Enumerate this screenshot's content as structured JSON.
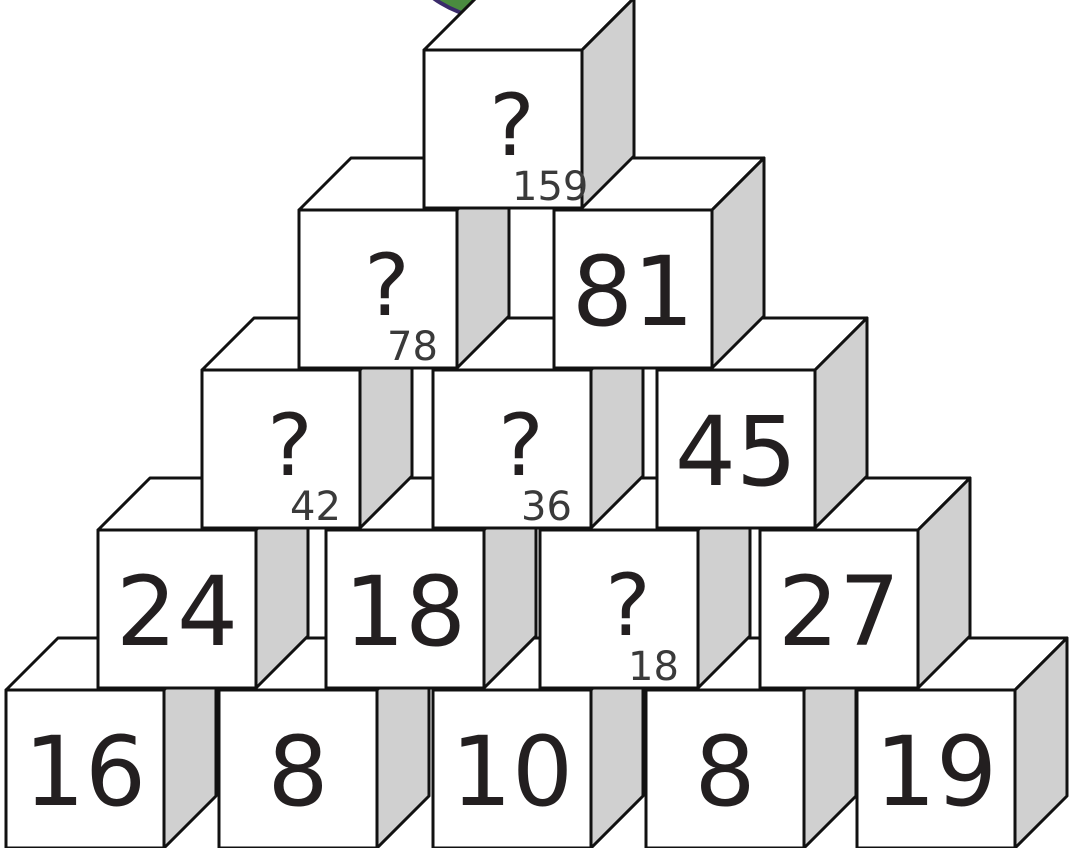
{
  "puzzle": {
    "colors": {
      "cube_face": "#ffffff",
      "cube_side": "#d0d0d0",
      "outline": "#111111",
      "digits": "#231f20",
      "hint_digits": "#3a3a3a",
      "topper_fill": "#4a8b3f",
      "topper_outline": "#3a2a6a"
    },
    "topper": {
      "icon": "green-dome-icon"
    },
    "rows": [
      [
        {
          "value": "?",
          "hint": "159"
        }
      ],
      [
        {
          "value": "?",
          "hint": "78"
        },
        {
          "value": "81",
          "hint": ""
        }
      ],
      [
        {
          "value": "?",
          "hint": "42"
        },
        {
          "value": "?",
          "hint": "36"
        },
        {
          "value": "45",
          "hint": ""
        }
      ],
      [
        {
          "value": "24",
          "hint": ""
        },
        {
          "value": "18",
          "hint": ""
        },
        {
          "value": "?",
          "hint": "18"
        },
        {
          "value": "27",
          "hint": ""
        }
      ],
      [
        {
          "value": "16",
          "hint": ""
        },
        {
          "value": "8",
          "hint": ""
        },
        {
          "value": "10",
          "hint": ""
        },
        {
          "value": "8",
          "hint": ""
        },
        {
          "value": "19",
          "hint": ""
        }
      ]
    ]
  }
}
